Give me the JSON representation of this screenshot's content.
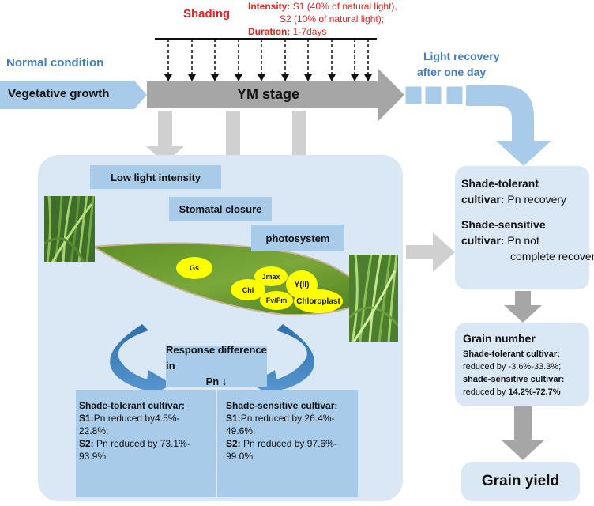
{
  "shading": {
    "title": "Shading",
    "intensity_label": "Intensity:",
    "intensity_s1": "S1 (40% of natural light),",
    "intensity_s2": "S2 (10% of natural light);",
    "duration_label": "Duration:",
    "duration_value": "1-7days"
  },
  "normal_condition": "Normal condition",
  "vegetative_growth": "Vegetative growth",
  "ym_stage": "YM stage",
  "light_recovery_1": "Light recovery",
  "light_recovery_2": "after one day",
  "effects": {
    "low_light": "Low light intensity",
    "stomatal": "Stomatal closure",
    "photosystem": "photosystem"
  },
  "leaf_params": {
    "gs": "Gs",
    "chl": "Chl",
    "jmax": "Jmax",
    "yii": "Y(II)",
    "fvfm": "Fv/Fm",
    "chloroplast": "Chloroplast"
  },
  "response": {
    "line1": "Response difference in",
    "line2": "Pn ↓"
  },
  "tolerant_pn": {
    "title": "Shade-tolerant cultivar:",
    "s1_label": "S1:",
    "s1_text": "Pn reduced by4.5%-",
    "s1_text2": "22.8%;",
    "s2_label": "S2:",
    "s2_text": " Pn reduced by 73.1%-",
    "s2_text2": "93.9%"
  },
  "sensitive_pn": {
    "title": "Shade-sensitive cultivar:",
    "s1_label": "S1:",
    "s1_text": "Pn reduced by 26.4%-",
    "s1_text2": "49.6%;",
    "s2_label": "S2:",
    "s2_text": " Pn reduced by 97.6%-",
    "s2_text2": "99.0%"
  },
  "recovery_box": {
    "tolerant_title": "Shade-tolerant",
    "tolerant_label": "cultivar:",
    "tolerant_value": " Pn recovery",
    "sensitive_title": "Shade-sensitive",
    "sensitive_label": "cultivar:",
    "sensitive_value": " Pn not",
    "sensitive_value2": "complete recovery"
  },
  "grain_number": {
    "title": "Grain number",
    "tolerant_label": "Shade-tolerant cultivar:",
    "tolerant_value": "reduced by -3.6%-33.3%;",
    "sensitive_label": "shade-sensitive cultivar:",
    "sensitive_prefix": "reduced by ",
    "sensitive_value": "14.2%-72.7%"
  },
  "grain_yield": "Grain yield",
  "colors": {
    "red": "#e32222",
    "blue_text": "#3d7ec4",
    "arrow_gray": "#a6a6a6",
    "light_gray": "#d0d0d0",
    "label_blue": "#a9cbea",
    "panel_blue": "#dae8f6",
    "yellow": "#ffff00"
  }
}
